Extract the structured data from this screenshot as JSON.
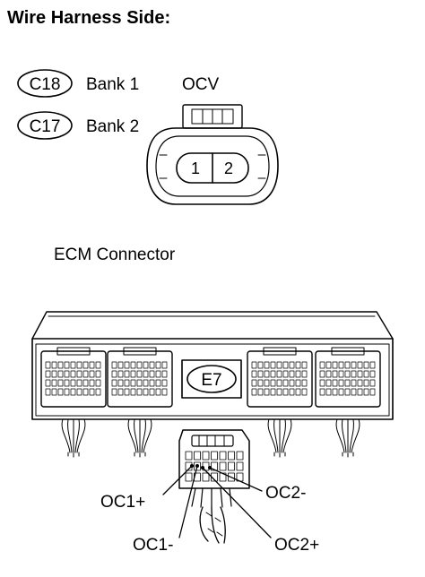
{
  "heading": "Wire Harness Side:",
  "ocv": {
    "label": "OCV",
    "legend": [
      {
        "code": "C18",
        "bank": "Bank 1"
      },
      {
        "code": "C17",
        "bank": "Bank 2"
      }
    ],
    "pins": [
      "1",
      "2"
    ]
  },
  "ecm": {
    "label": "ECM Connector",
    "connector_code": "E7",
    "terminals": [
      {
        "name": "OC1+"
      },
      {
        "name": "OC1-"
      },
      {
        "name": "OC2-"
      },
      {
        "name": "OC2+"
      }
    ]
  }
}
